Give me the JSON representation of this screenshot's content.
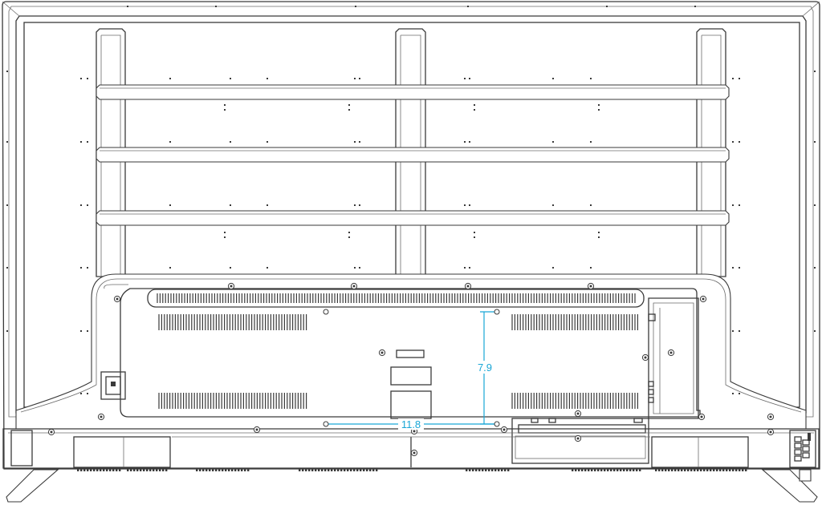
{
  "diagram": {
    "subject": "tv-back-panel",
    "colors": {
      "outline": "#3a3a3a",
      "dimension": "#19a6d6",
      "background": "#ffffff"
    },
    "dimensions": {
      "width_label": "11.8",
      "height_label": "7.9"
    }
  }
}
